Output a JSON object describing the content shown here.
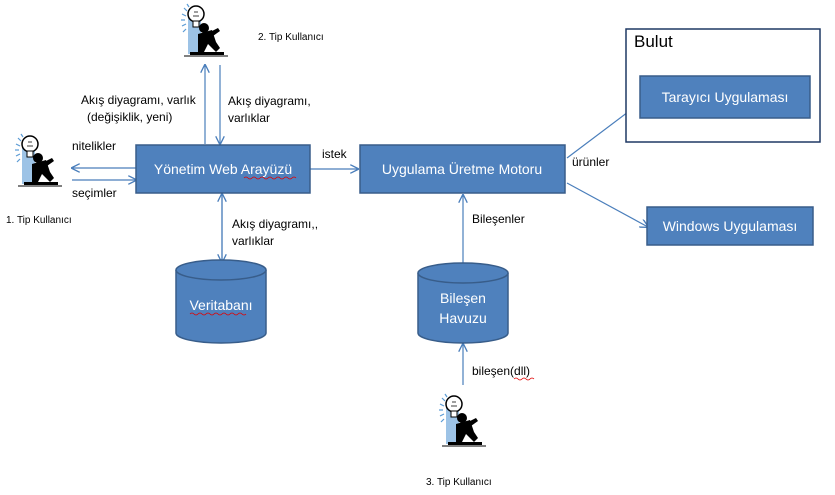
{
  "nodes": {
    "admin_ui": "Yönetim Web Arayüzü",
    "engine": "Uygulama Üretme Motoru",
    "browser_app": "Tarayıcı Uygulaması",
    "windows_app": "Windows Uygulaması",
    "database": "Veritabanı",
    "pool_line1": "Bileşen",
    "pool_line2": "Havuzu",
    "cloud": "Bulut"
  },
  "users": {
    "type1": "1. Tip Kullanıcı",
    "type2": "2. Tip Kullanıcı",
    "type3": "3. Tip Kullanıcı"
  },
  "edge_labels": {
    "type2_out_line1": "Akış diyagramı, varlık",
    "type2_out_line2": "(değişiklik,  yeni)",
    "type2_in_line1": "Akış diyagramı,",
    "type2_in_line2": "varlıklar",
    "type1_in": "nitelikler",
    "type1_out": "seçimler",
    "request": "istek",
    "products": "ürünler",
    "db_line1": "Akış diyagramı,,",
    "db_line2": "varlıklar",
    "components": "Bileşenler",
    "component_dll": "bileşen(dll)"
  },
  "colors": {
    "box_fill": "#4f81bd",
    "box_stroke": "#385d8a",
    "arrow": "#4a7ebb",
    "spell_underline": "#e00000"
  }
}
